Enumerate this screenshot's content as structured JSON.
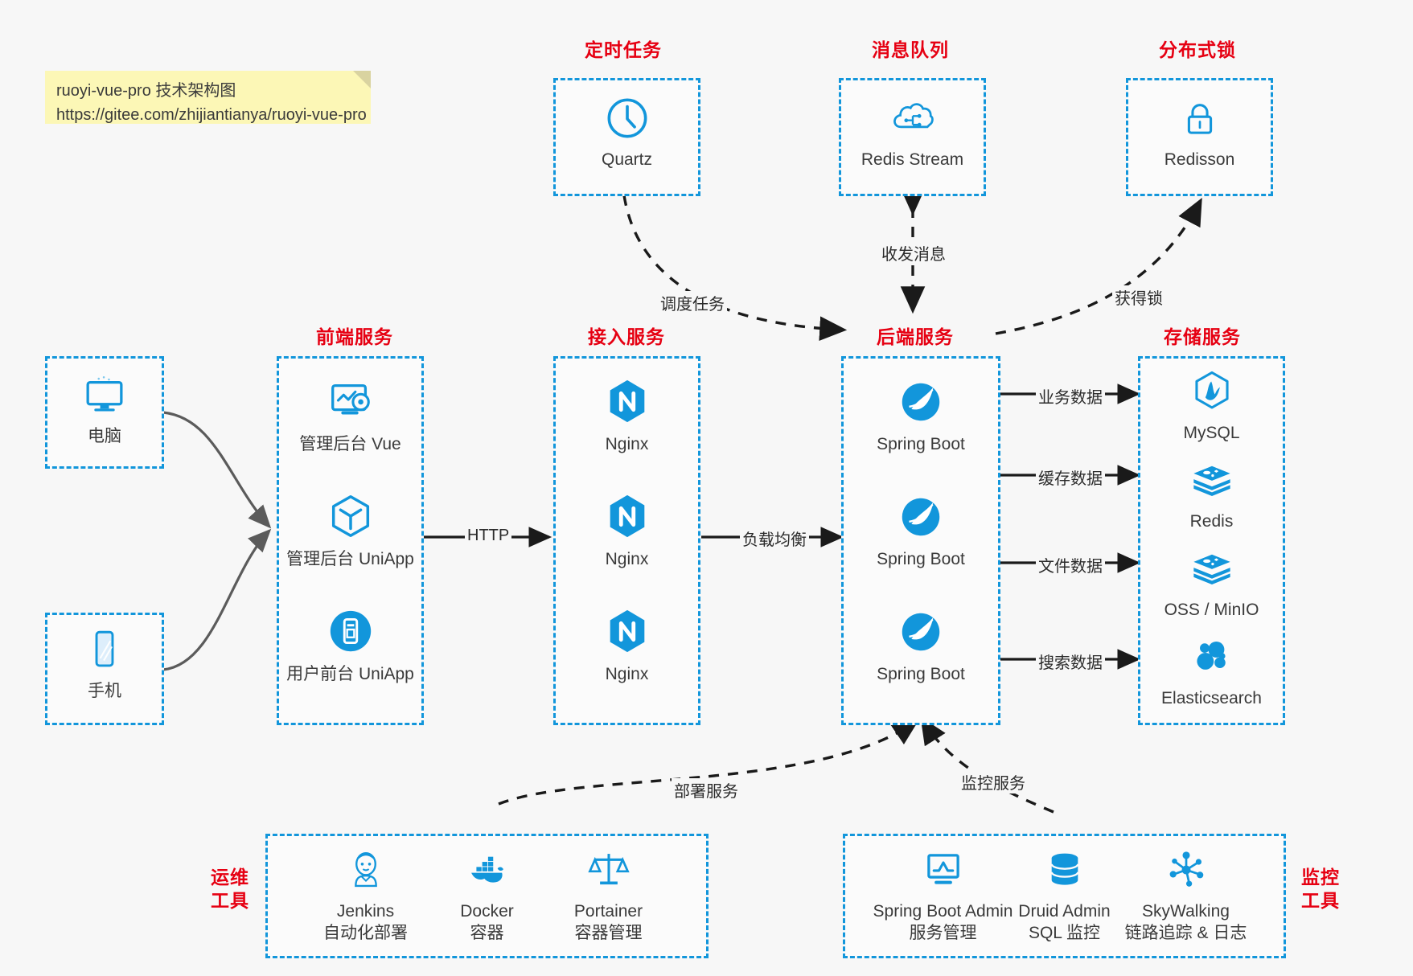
{
  "note": {
    "line1": "ruoyi-vue-pro 技术架构图",
    "line2": "https://gitee.com/zhijiantianya/ruoyi-vue-pro"
  },
  "groups": {
    "scheduled": {
      "title": "定时任务",
      "items": [
        {
          "label": "Quartz",
          "icon": "clock-icon"
        }
      ]
    },
    "mq": {
      "title": "消息队列",
      "items": [
        {
          "label": "Redis Stream",
          "icon": "cloud-stream-icon"
        }
      ]
    },
    "lock": {
      "title": "分布式锁",
      "items": [
        {
          "label": "Redisson",
          "icon": "lock-icon"
        }
      ]
    },
    "clients": {
      "items": [
        {
          "label": "电脑",
          "icon": "desktop-icon"
        },
        {
          "label": "手机",
          "icon": "phone-icon"
        }
      ]
    },
    "frontend": {
      "title": "前端服务",
      "items": [
        {
          "label": "管理后台 Vue",
          "icon": "dashboard-gear-icon"
        },
        {
          "label": "管理后台 UniApp",
          "icon": "cube-icon"
        },
        {
          "label": "用户前台 UniApp",
          "icon": "mobile-app-icon"
        }
      ]
    },
    "gateway": {
      "title": "接入服务",
      "items": [
        {
          "label": "Nginx",
          "icon": "nginx-icon"
        },
        {
          "label": "Nginx",
          "icon": "nginx-icon"
        },
        {
          "label": "Nginx",
          "icon": "nginx-icon"
        }
      ]
    },
    "backend": {
      "title": "后端服务",
      "items": [
        {
          "label": "Spring Boot",
          "icon": "spring-boot-icon"
        },
        {
          "label": "Spring Boot",
          "icon": "spring-boot-icon"
        },
        {
          "label": "Spring Boot",
          "icon": "spring-boot-icon"
        }
      ]
    },
    "storage": {
      "title": "存储服务",
      "items": [
        {
          "label": "MySQL",
          "icon": "mysql-icon"
        },
        {
          "label": "Redis",
          "icon": "redis-icon"
        },
        {
          "label": "OSS / MinIO",
          "icon": "oss-minio-icon"
        },
        {
          "label": "Elasticsearch",
          "icon": "elasticsearch-icon"
        }
      ]
    },
    "devops": {
      "title": "运维\n工具",
      "title_line1": "运维",
      "title_line2": "工具",
      "items": [
        {
          "label": "Jenkins",
          "sub": "自动化部署",
          "icon": "jenkins-icon"
        },
        {
          "label": "Docker",
          "sub": "容器",
          "icon": "docker-icon"
        },
        {
          "label": "Portainer",
          "sub": "容器管理",
          "icon": "scales-icon"
        }
      ]
    },
    "monitor": {
      "title_line1": "监控",
      "title_line2": "工具",
      "items": [
        {
          "label": "Spring Boot Admin",
          "sub": "服务管理",
          "icon": "monitor-chart-icon"
        },
        {
          "label": "Druid Admin",
          "sub": "SQL 监控",
          "icon": "database-icon"
        },
        {
          "label": "SkyWalking",
          "sub": "链路追踪 & 日志",
          "icon": "skywalking-icon"
        }
      ]
    }
  },
  "edges": {
    "schedule_task": "调度任务",
    "mq_messages": "收发消息",
    "acquire_lock": "获得锁",
    "http": "HTTP",
    "load_balance": "负载均衡",
    "business_data": "业务数据",
    "cache_data": "缓存数据",
    "file_data": "文件数据",
    "search_data": "搜索数据",
    "deploy_service": "部署服务",
    "monitor_service": "监控服务"
  },
  "colors": {
    "accent_blue": "#1296db",
    "title_red": "#e60012",
    "note_yellow": "#fcf7b6",
    "background": "#f7f7f7",
    "wire_solid": "#1a1a1a",
    "wire_gray": "#5b5b5b"
  }
}
